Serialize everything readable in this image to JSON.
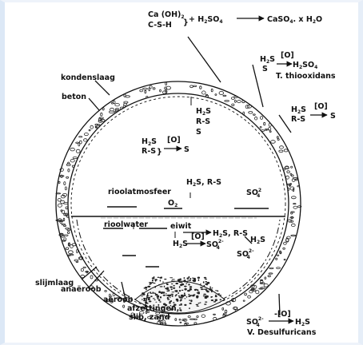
{
  "diagram": {
    "top_reaction": {
      "reactant_1": "Ca (OH)",
      "reactant_1_sub": "2",
      "reactant_2": "C-S-H",
      "plus": "+ H",
      "h2so4_sub": "2",
      "so4": "SO",
      "so4_sub": "4",
      "product": "CaSO",
      "product_sub": "4",
      "product_rest": ". x H",
      "water_sub": "2",
      "water_o": "O"
    },
    "thiooxidans": {
      "h2s": "H",
      "h2s_sub": "2",
      "h2s_s": "S",
      "s": "S",
      "oxidant": "[O]",
      "product": "H",
      "product_sub": "2",
      "product_s": "SO",
      "product_s_sub": "4",
      "organism": "T. thiooxidans"
    },
    "right_reaction": {
      "h2s": "H",
      "h2s_sub": "2",
      "h2s_s": "S",
      "rs": "R-S",
      "oxidant": "[O]",
      "product": "S"
    },
    "left_inner_reaction": {
      "h2s": "H",
      "h2s_sub": "2",
      "h2s_s": "S",
      "rs": "R-S",
      "oxidant": "[O]",
      "product": "S"
    },
    "wall_gases": {
      "h2s": "H",
      "h2s_sub": "2",
      "h2s_s": "S",
      "rs": "R-S",
      "s": "S"
    },
    "labels": {
      "kondenslaag": "kondenslaag",
      "beton": "beton",
      "rioolatmosfeer": "rioolatmosfeer",
      "o2": "O",
      "o2_sub": "2",
      "rioolwater": "rioolwater",
      "eiwit": "eiwit",
      "slijmlaag": "slijmlaag",
      "anaeroob": "anaëroob",
      "aeroob": "aëroob",
      "afzettingen": "afzettingen,",
      "slib_zand": "slib, zand",
      "desulfuricans": "V. Desulfuricans"
    },
    "atmosphere_gases": {
      "text": "H",
      "sub": "2",
      "rest": "S, R-S",
      "so4": "SO",
      "so4_sub": "4",
      "so4_sup": "2"
    },
    "water_reactions": {
      "eiwit_product_h": "H",
      "eiwit_product_sub": "2",
      "eiwit_product_rest": "S, R-S",
      "h2s_1": "H",
      "h2s_1_sub": "2",
      "h2s_1_s": "S",
      "oxidant": "[O]",
      "so4_1": "SO",
      "so4_1_sub": "4",
      "so4_1_sup": "2-",
      "h2s_2": "H",
      "h2s_2_sub": "2",
      "h2s_2_s": "S",
      "so4_2": "SO",
      "so4_2_sub": "4",
      "so4_2_sup": "2-"
    },
    "bottom_reaction": {
      "so4": "SO",
      "so4_sub": "4",
      "so4_sup": "2-",
      "oxidant": "-[O]",
      "product": "H",
      "product_sub": "2",
      "product_s": "S"
    }
  }
}
